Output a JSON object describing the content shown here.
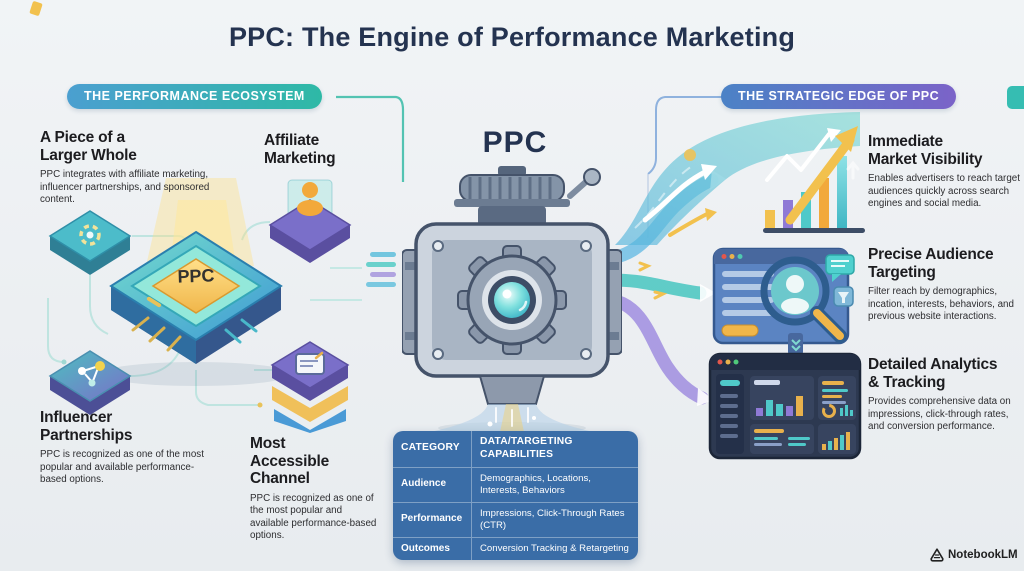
{
  "title": "PPC: The Engine of Performance Marketing",
  "center_label": "PPC",
  "left": {
    "banner": "THE PERFORMANCE ECOSYSTEM",
    "chip_label": "PPC",
    "blocks": [
      {
        "heading": "A Piece of a\nLarger Whole",
        "body": "PPC integrates with affiliate marketing, influencer partnerships, and sponsored content."
      },
      {
        "heading": "Affiliate\nMarketing"
      },
      {
        "heading": "Influencer\nPartnerships",
        "body": "PPC is recognized as one of the most popular and available performance-based options."
      },
      {
        "heading": "Most\nAccessible\nChannel",
        "body": "PPC is recognized as one of the most popular and available performance-based options."
      }
    ]
  },
  "right": {
    "banner": "THE STRATEGIC EDGE OF PPC",
    "blocks": [
      {
        "heading": "Immediate\nMarket Visibility",
        "body": "Enables advertisers to reach target audiences quickly across search engines and social media."
      },
      {
        "heading": "Precise Audience\nTargeting",
        "body": "Filter reach by demographics, incation, interests, behaviors, and previous website interactions."
      },
      {
        "heading": "Detailed Analytics\n& Tracking",
        "body": "Provides comprehensive data on impressions, click-through rates, and conversion performance."
      }
    ]
  },
  "table": {
    "headers": [
      "CATEGORY",
      "DATA/TARGETING CAPABILITIES"
    ],
    "rows": [
      {
        "category": "Audience",
        "capabilities": "Demographics, Locations, Interests, Behaviors"
      },
      {
        "category": "Performance",
        "capabilities": "Impressions, Click-Through Rates (CTR)"
      },
      {
        "category": "Outcomes",
        "capabilities": "Conversion Tracking & Retargeting"
      }
    ]
  },
  "footer": {
    "brand": "NotebookLM"
  },
  "colors": {
    "accent_teal": "#35bdb2",
    "accent_gold": "#f2c14e",
    "accent_purple": "#7a6fc9",
    "accent_blue": "#4a7fc0",
    "table_blue": "#3a6da7",
    "title_navy": "#243350"
  }
}
